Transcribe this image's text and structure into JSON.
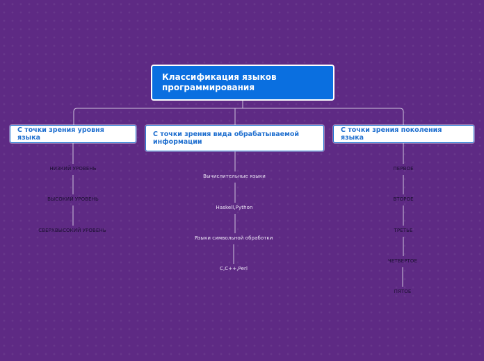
{
  "root": {
    "label": "Классификация языков программирования"
  },
  "branches": [
    {
      "label": "С точки зрения уровня языка",
      "children": [
        "НИЗКИЙ УРОВЕНЬ",
        "ВЫСОКИЙ УРОВЕНЬ",
        "СВЕРХВЫСОКИЙ УРОВЕНЬ"
      ]
    },
    {
      "label": "С точки зрения вида обрабатываемой информации",
      "children": [
        "Вычислительные языки",
        "Haskell,Python",
        "Языки символьной обработки",
        "C,C++,Perl"
      ]
    },
    {
      "label": "С точки зрения поколения языка",
      "children": [
        "ПЕРВОЕ",
        "ВТОРОЕ",
        "ТРЕТЬЕ",
        "ЧЕТВЕРТОЕ",
        "ПЯТОЕ"
      ]
    }
  ],
  "colors": {
    "background": "#5e2a84",
    "root_fill": "#0a6fe0",
    "branch_text": "#1f6fcf",
    "connector": "#cfc4dd"
  }
}
